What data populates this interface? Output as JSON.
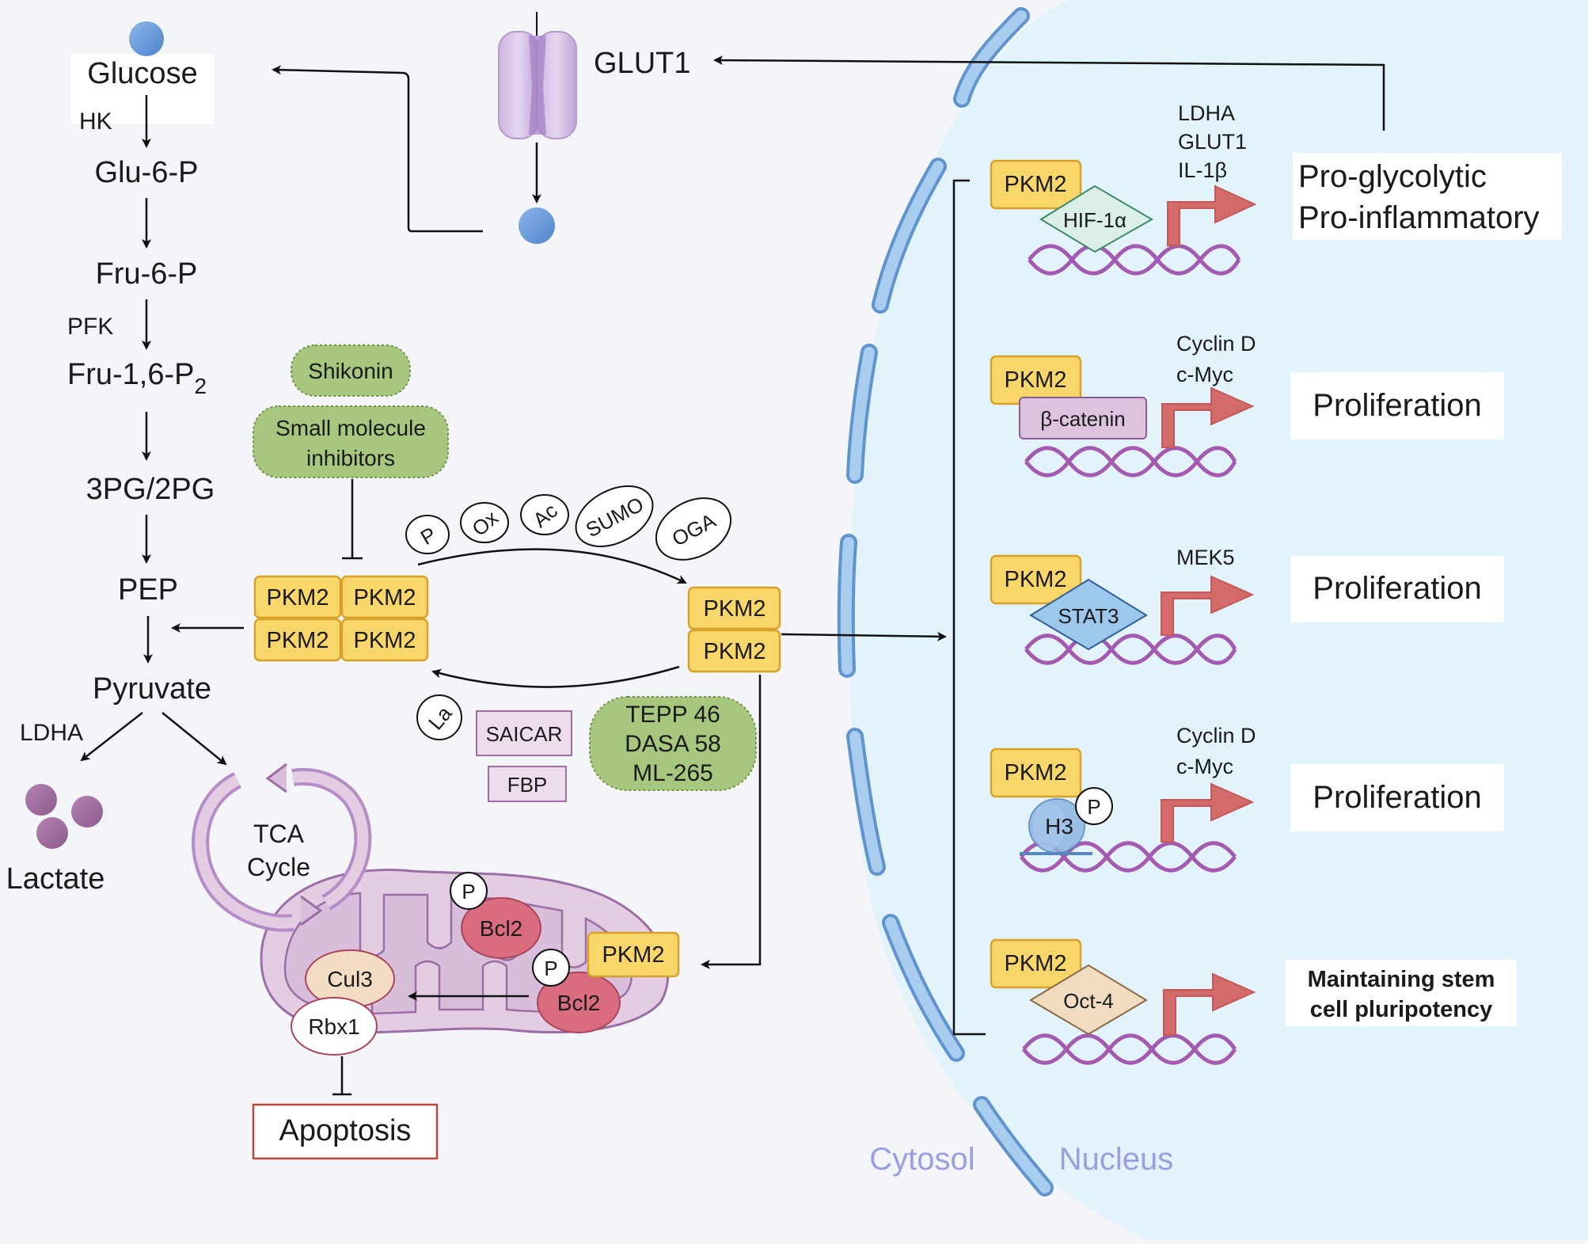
{
  "glycolysis": {
    "glucose": "Glucose",
    "hk": "HK",
    "glu6p": "Glu-6-P",
    "fru6p": "Fru-6-P",
    "pfk": "PFK",
    "fru16p_main": "Fru-1,6-P",
    "fru16p_sub": "2",
    "pg": "3PG/2PG",
    "pep": "PEP",
    "pyruvate": "Pyruvate",
    "ldha": "LDHA",
    "lactate": "Lactate"
  },
  "transporter": {
    "glut1": "GLUT1"
  },
  "tca": {
    "line1": "TCA",
    "line2": "Cycle"
  },
  "inhibitors": {
    "shikonin": "Shikonin",
    "small_line1": "Small molecule",
    "small_line2": "inhibitors"
  },
  "modifications": [
    "P",
    "Ox",
    "Ac",
    "SUMO",
    "OGA"
  ],
  "pkm2_label": "PKM2",
  "activators": {
    "la": "La",
    "saicar": "SAICAR",
    "fbp": "FBP",
    "drugs": [
      "TEPP 46",
      "DASA 58",
      "ML-265"
    ]
  },
  "mito": {
    "p": "P",
    "bcl2": "Bcl2",
    "cul3": "Cul3",
    "rbx1": "Rbx1",
    "apoptosis": "Apoptosis"
  },
  "nuclear_rows": [
    {
      "partner": "HIF-1α",
      "genes": [
        "LDHA",
        "GLUT1",
        "IL-1β"
      ],
      "outcome": [
        "Pro-glycolytic",
        "Pro-inflammatory"
      ]
    },
    {
      "partner": "β-catenin",
      "genes": [
        "Cyclin D",
        "c-Myc"
      ],
      "outcome": [
        "Proliferation"
      ]
    },
    {
      "partner": "STAT3",
      "genes": [
        "MEK5"
      ],
      "outcome": [
        "Proliferation"
      ]
    },
    {
      "partner": "H3",
      "partner_mod": "P",
      "genes": [
        "Cyclin D",
        "c-Myc"
      ],
      "outcome": [
        "Proliferation"
      ]
    },
    {
      "partner": "Oct-4",
      "genes": [],
      "outcome": [
        "Maintaining stem",
        "cell pluripotency"
      ]
    }
  ],
  "compartments": {
    "cytosol": "Cytosol",
    "nucleus": "Nucleus"
  },
  "colors": {
    "pkm2_fill": "#f9d66a",
    "pkm2_stroke": "#d8a22a",
    "glucose": "#6f9fdc",
    "lactate": "#a46ca2",
    "inhibitor_fill": "#a8c77e",
    "nucleus_fill": "#e3f3fb",
    "envelope": "#8cb8e2",
    "arrow_red": "#d36b6b",
    "dna": "#a35ab0",
    "mito_fill": "#e4cde3",
    "mito_stroke": "#9b6fa5"
  }
}
